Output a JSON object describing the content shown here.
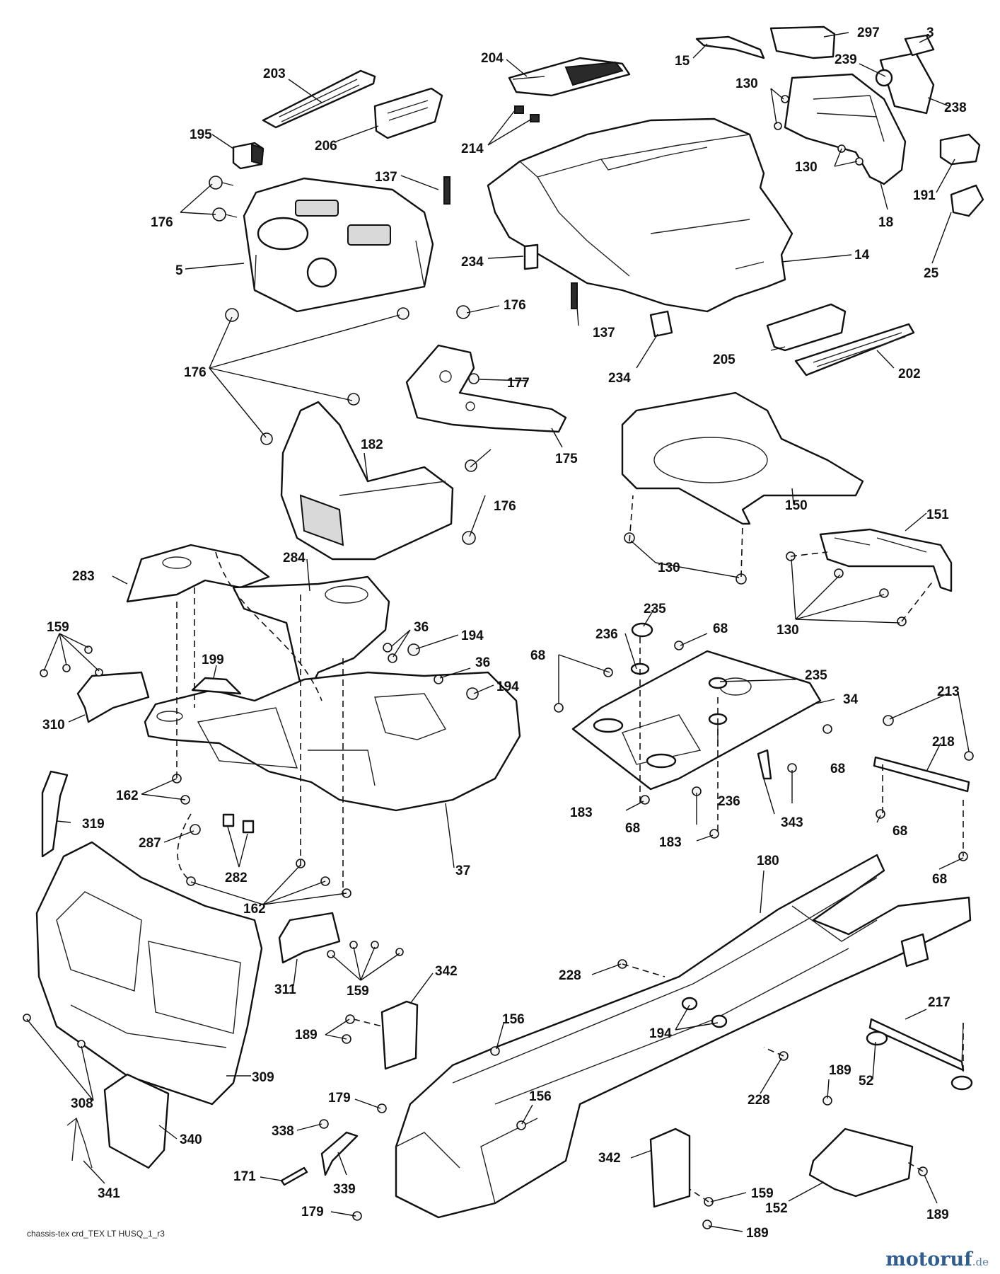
{
  "diagram": {
    "caption": "chassis-tex crd_TEX LT HUSQ_1_r3",
    "logo": {
      "name": "motoruf",
      "tld": ".de",
      "color": "#2f5d8f"
    },
    "callouts": [
      {
        "id": "c203",
        "label": "203"
      },
      {
        "id": "c204",
        "label": "204"
      },
      {
        "id": "c206",
        "label": "206"
      },
      {
        "id": "c195",
        "label": "195"
      },
      {
        "id": "c176a",
        "label": "176"
      },
      {
        "id": "c5",
        "label": "5"
      },
      {
        "id": "c176b",
        "label": "176"
      },
      {
        "id": "c176c",
        "label": "176"
      },
      {
        "id": "c176d",
        "label": "176"
      },
      {
        "id": "c214",
        "label": "214"
      },
      {
        "id": "c137a",
        "label": "137"
      },
      {
        "id": "c234a",
        "label": "234"
      },
      {
        "id": "c137b",
        "label": "137"
      },
      {
        "id": "c234b",
        "label": "234"
      },
      {
        "id": "c15",
        "label": "15"
      },
      {
        "id": "c297",
        "label": "297"
      },
      {
        "id": "c3",
        "label": "3"
      },
      {
        "id": "c239",
        "label": "239"
      },
      {
        "id": "c130a",
        "label": "130"
      },
      {
        "id": "c238",
        "label": "238"
      },
      {
        "id": "c130b",
        "label": "130"
      },
      {
        "id": "c191",
        "label": "191"
      },
      {
        "id": "c18",
        "label": "18"
      },
      {
        "id": "c25",
        "label": "25"
      },
      {
        "id": "c14",
        "label": "14"
      },
      {
        "id": "c205",
        "label": "205"
      },
      {
        "id": "c202",
        "label": "202"
      },
      {
        "id": "c177",
        "label": "177"
      },
      {
        "id": "c175",
        "label": "175"
      },
      {
        "id": "c182",
        "label": "182"
      },
      {
        "id": "c150",
        "label": "150"
      },
      {
        "id": "c151",
        "label": "151"
      },
      {
        "id": "c130c",
        "label": "130"
      },
      {
        "id": "c130d",
        "label": "130"
      },
      {
        "id": "c283",
        "label": "283"
      },
      {
        "id": "c284",
        "label": "284"
      },
      {
        "id": "c159a",
        "label": "159"
      },
      {
        "id": "c36a",
        "label": "36"
      },
      {
        "id": "c194a",
        "label": "194"
      },
      {
        "id": "c199",
        "label": "199"
      },
      {
        "id": "c36b",
        "label": "36"
      },
      {
        "id": "c194b",
        "label": "194"
      },
      {
        "id": "c310",
        "label": "310"
      },
      {
        "id": "c235a",
        "label": "235"
      },
      {
        "id": "c236a",
        "label": "236"
      },
      {
        "id": "c68a",
        "label": "68"
      },
      {
        "id": "c68b",
        "label": "68"
      },
      {
        "id": "c235b",
        "label": "235"
      },
      {
        "id": "c34",
        "label": "34"
      },
      {
        "id": "c213",
        "label": "213"
      },
      {
        "id": "c218",
        "label": "218"
      },
      {
        "id": "c162a",
        "label": "162"
      },
      {
        "id": "c287",
        "label": "287"
      },
      {
        "id": "c319",
        "label": "319"
      },
      {
        "id": "c282",
        "label": "282"
      },
      {
        "id": "c37",
        "label": "37"
      },
      {
        "id": "c162b",
        "label": "162"
      },
      {
        "id": "c68c",
        "label": "68"
      },
      {
        "id": "c236b",
        "label": "236"
      },
      {
        "id": "c183a",
        "label": "183"
      },
      {
        "id": "c68d",
        "label": "68"
      },
      {
        "id": "c343",
        "label": "343"
      },
      {
        "id": "c183b",
        "label": "183"
      },
      {
        "id": "c68e",
        "label": "68"
      },
      {
        "id": "c68f",
        "label": "68"
      },
      {
        "id": "c180",
        "label": "180"
      },
      {
        "id": "c311",
        "label": "311"
      },
      {
        "id": "c159b",
        "label": "159"
      },
      {
        "id": "c342a",
        "label": "342"
      },
      {
        "id": "c228a",
        "label": "228"
      },
      {
        "id": "c189a",
        "label": "189"
      },
      {
        "id": "c156a",
        "label": "156"
      },
      {
        "id": "c194c",
        "label": "194"
      },
      {
        "id": "c217",
        "label": "217"
      },
      {
        "id": "c309",
        "label": "309"
      },
      {
        "id": "c308",
        "label": "308"
      },
      {
        "id": "c52",
        "label": "52"
      },
      {
        "id": "c228b",
        "label": "228"
      },
      {
        "id": "c179a",
        "label": "179"
      },
      {
        "id": "c156b",
        "label": "156"
      },
      {
        "id": "c189b",
        "label": "189"
      },
      {
        "id": "c338",
        "label": "338"
      },
      {
        "id": "c340",
        "label": "340"
      },
      {
        "id": "c171",
        "label": "171"
      },
      {
        "id": "c339",
        "label": "339"
      },
      {
        "id": "c342b",
        "label": "342"
      },
      {
        "id": "c341",
        "label": "341"
      },
      {
        "id": "c159c",
        "label": "159"
      },
      {
        "id": "c152",
        "label": "152"
      },
      {
        "id": "c189c",
        "label": "189"
      },
      {
        "id": "c179b",
        "label": "179"
      },
      {
        "id": "c189d",
        "label": "189"
      }
    ]
  }
}
